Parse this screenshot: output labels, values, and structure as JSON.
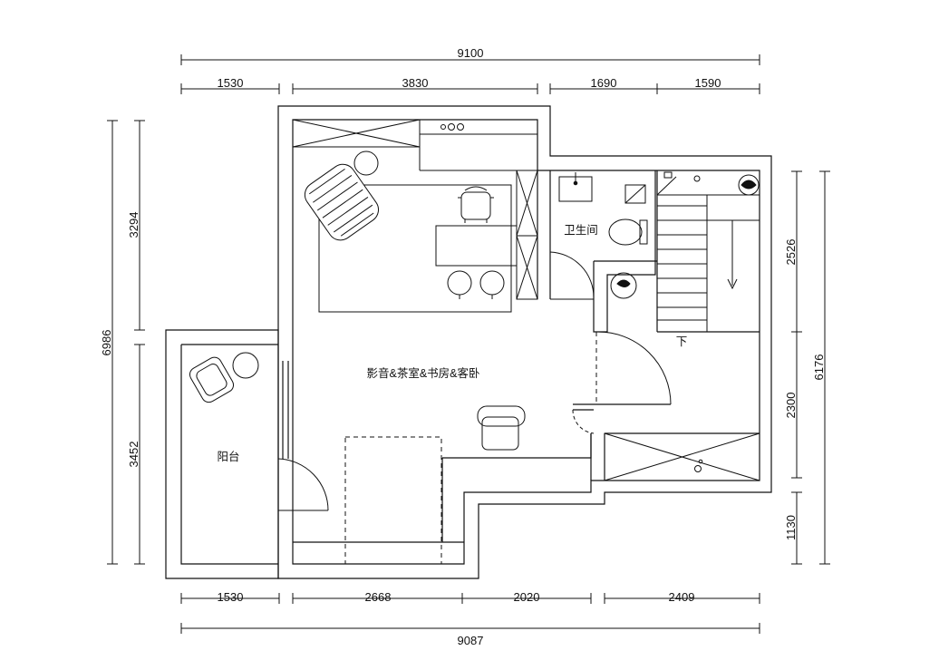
{
  "dimensions": {
    "top_total": "9100",
    "top_1": "1530",
    "top_2": "3830",
    "top_3": "1690",
    "top_4": "1590",
    "bottom_1": "1530",
    "bottom_2": "2668",
    "bottom_3": "2020",
    "bottom_4": "2409",
    "bottom_total": "9087",
    "left_total": "6986",
    "left_1": "3294",
    "left_2": "3452",
    "right_total": "6176",
    "right_1": "2526",
    "right_2": "2300",
    "right_3": "1130"
  },
  "rooms": {
    "main": "影音&茶室&书房&客卧",
    "bathroom": "卫生间",
    "balcony": "阳台",
    "stairs_down": "下"
  }
}
